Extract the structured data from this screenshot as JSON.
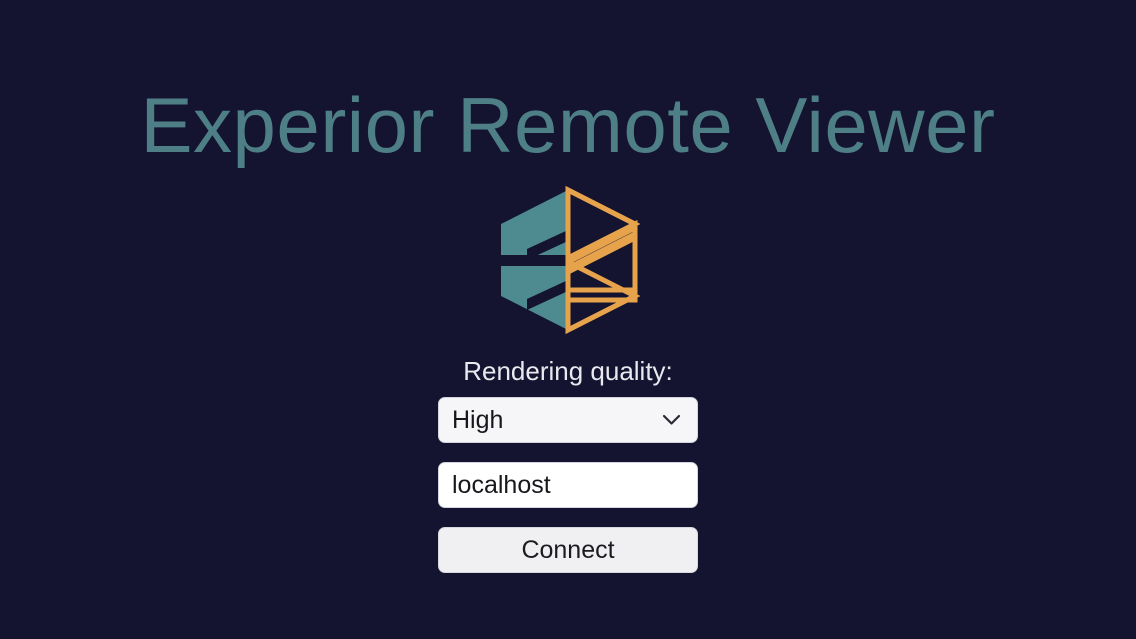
{
  "app": {
    "title": "Experior Remote Viewer",
    "background_color": "#141430",
    "title_color": "#4e7f87"
  },
  "logo": {
    "name": "experior-cube-logo",
    "teal_color": "#4d8b90",
    "orange_color": "#e7a34c"
  },
  "form": {
    "quality_label": "Rendering quality:",
    "quality_value": "High",
    "quality_options": [
      "High"
    ],
    "chevron_icon": "chevron-down-icon",
    "host_value": "localhost",
    "host_placeholder": "localhost",
    "connect_label": "Connect"
  }
}
